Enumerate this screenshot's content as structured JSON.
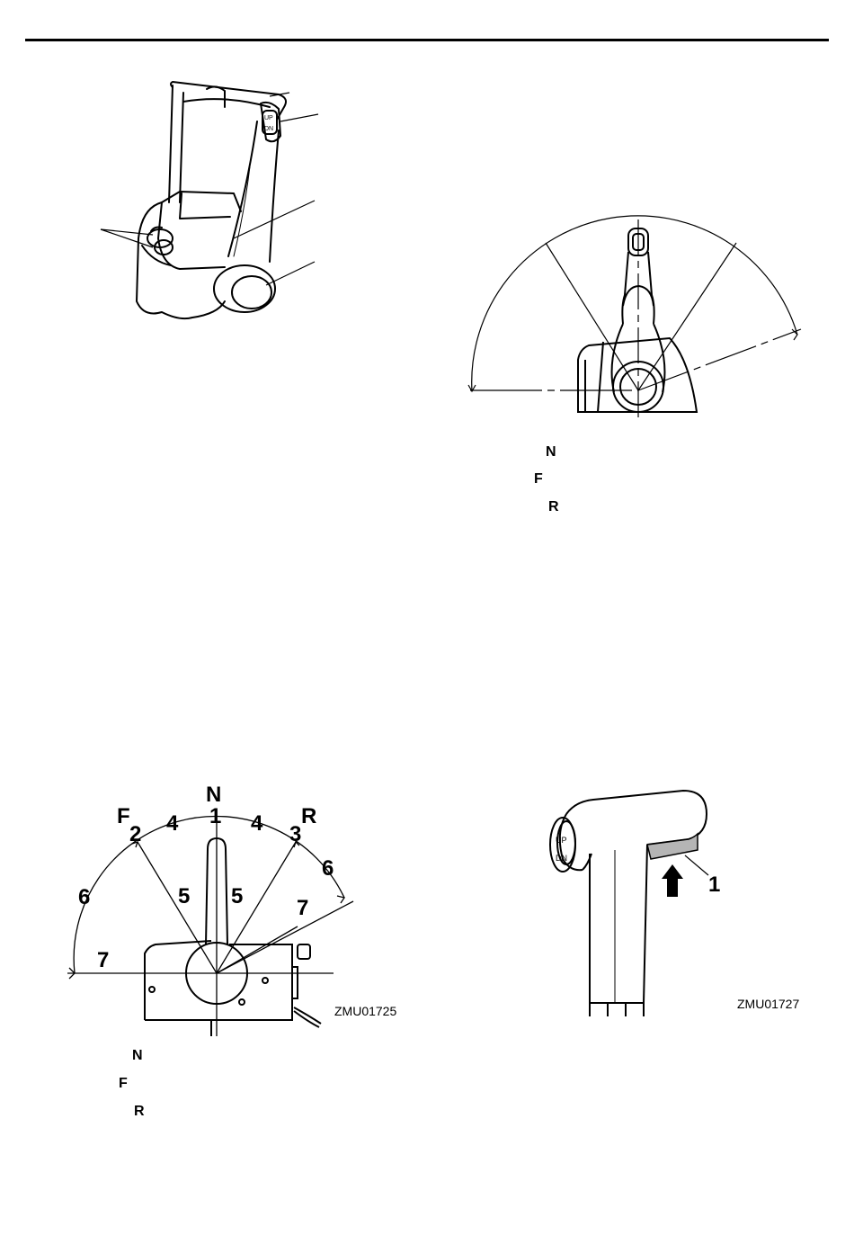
{
  "figure_top_right": {
    "legend": [
      "N",
      "F",
      "R"
    ]
  },
  "figure_bottom_left": {
    "callouts": {
      "n": "N",
      "f": "F",
      "r": "R",
      "c1": "1",
      "c2": "2",
      "c3": "3",
      "c4a": "4",
      "c4b": "4",
      "c5a": "5",
      "c5b": "5",
      "c6a": "6",
      "c6b": "6",
      "c7a": "7",
      "c7b": "7"
    },
    "code": "ZMU01725",
    "legend": [
      "N",
      "F",
      "R"
    ]
  },
  "figure_bottom_right": {
    "callout": "1",
    "code": "ZMU01727",
    "switch_up": "UP",
    "switch_dn": "DN"
  },
  "figure_top_left": {
    "switch_up": "UP",
    "switch_dn": "DN"
  }
}
